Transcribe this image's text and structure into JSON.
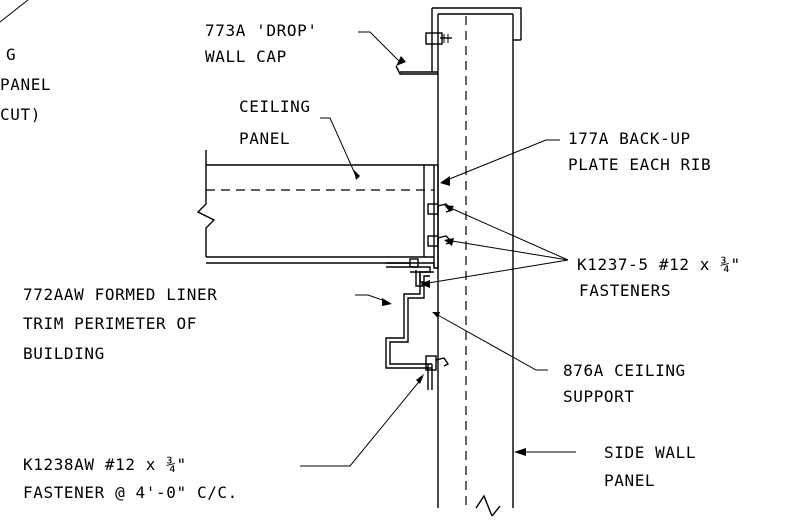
{
  "labels": {
    "cut_line_1": "G",
    "cut_line_2": "PANEL",
    "cut_line_3": "CUT)",
    "wall_cap_1": "773A 'DROP'",
    "wall_cap_2": "WALL CAP",
    "ceiling_panel_1": "CEILING",
    "ceiling_panel_2": "PANEL",
    "backup_plate_1": "177A BACK-UP",
    "backup_plate_2": "PLATE EACH RIB",
    "fasteners_1": "K1237-5 #12 x ¾\"",
    "fasteners_2": "FASTENERS",
    "liner_trim_1": "772AAW FORMED LINER",
    "liner_trim_2": "TRIM PERIMETER OF",
    "liner_trim_3": "BUILDING",
    "ceiling_support_1": "876A CEILING",
    "ceiling_support_2": "SUPPORT",
    "side_wall_1": "SIDE WALL",
    "side_wall_2": "PANEL",
    "bottom_fastener_1": "K1238AW #12 x ¾\"",
    "bottom_fastener_2": "FASTENER @ 4'-0\" C/C."
  }
}
